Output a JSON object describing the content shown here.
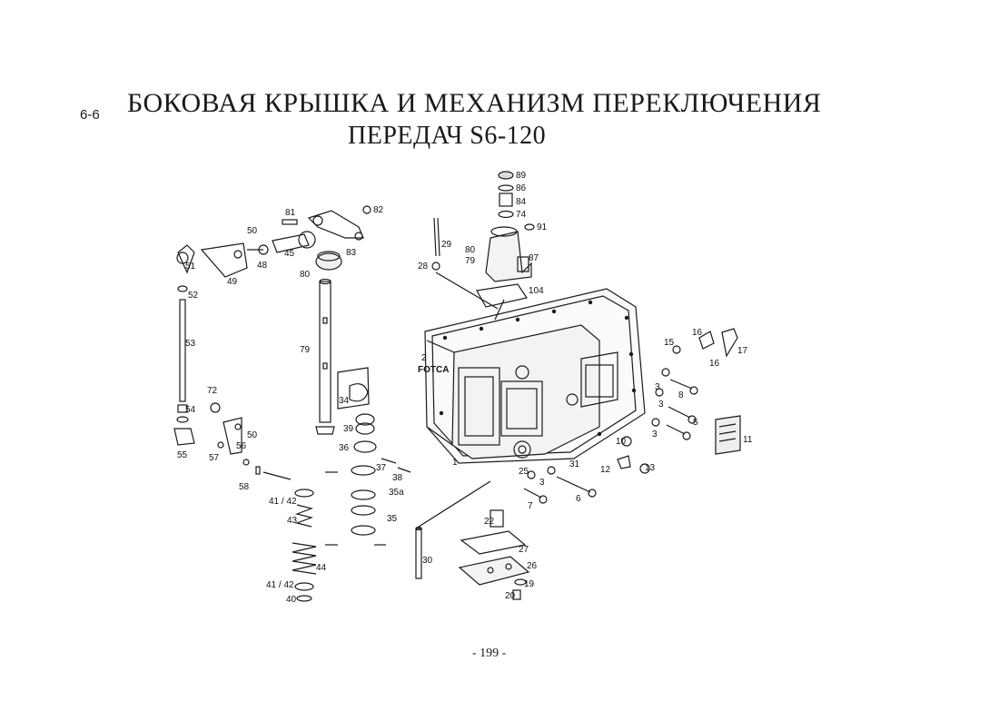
{
  "header": {
    "section": "6-6",
    "title_line1": "БОКОВАЯ КРЫШКА И МЕХАНИЗМ ПЕРЕКЛЮЧЕНИЯ",
    "title_line2": "ПЕРЕДАЧ  S6-120"
  },
  "watermark": {
    "text": "FOTCA",
    "color": "#3a78c2"
  },
  "footer": {
    "page_number": "- 199 -"
  },
  "callouts": {
    "c1": "1",
    "c2": "2",
    "c3a": "3",
    "c3b": "3",
    "c3c": "3",
    "c3d": "3",
    "c5": "5",
    "c6": "6",
    "c7": "7",
    "c8": "8",
    "c10": "10",
    "c11": "11",
    "c12": "12",
    "c13": "13",
    "c15": "15",
    "c16a": "16",
    "c16b": "16",
    "c17": "17",
    "c19": "19",
    "c20": "20",
    "c22": "22",
    "c25": "25",
    "c26": "26",
    "c27": "27",
    "c28": "28",
    "c29": "29",
    "c30": "30",
    "c31": "31",
    "c34": "34",
    "c35": "35",
    "c35a": "35a",
    "c36": "36",
    "c37": "37",
    "c38": "38",
    "c39": "39",
    "c40": "40",
    "c4142a": "41 / 42",
    "c4142b": "41 / 42",
    "c43": "43",
    "c44": "44",
    "c45": "45",
    "c48": "48",
    "c49": "49",
    "c50a": "50",
    "c50b": "50",
    "c51": "51",
    "c52": "52",
    "c53": "53",
    "c54": "54",
    "c55": "55",
    "c56": "56",
    "c57": "57",
    "c58": "58",
    "c72": "72",
    "c74": "74",
    "c79a": "79",
    "c79b": "79",
    "c80a": "80",
    "c80b": "80",
    "c81": "81",
    "c82": "82",
    "c83": "83",
    "c84": "84",
    "c86": "86",
    "c87": "87",
    "c89": "89",
    "c91": "91",
    "c104": "104"
  }
}
